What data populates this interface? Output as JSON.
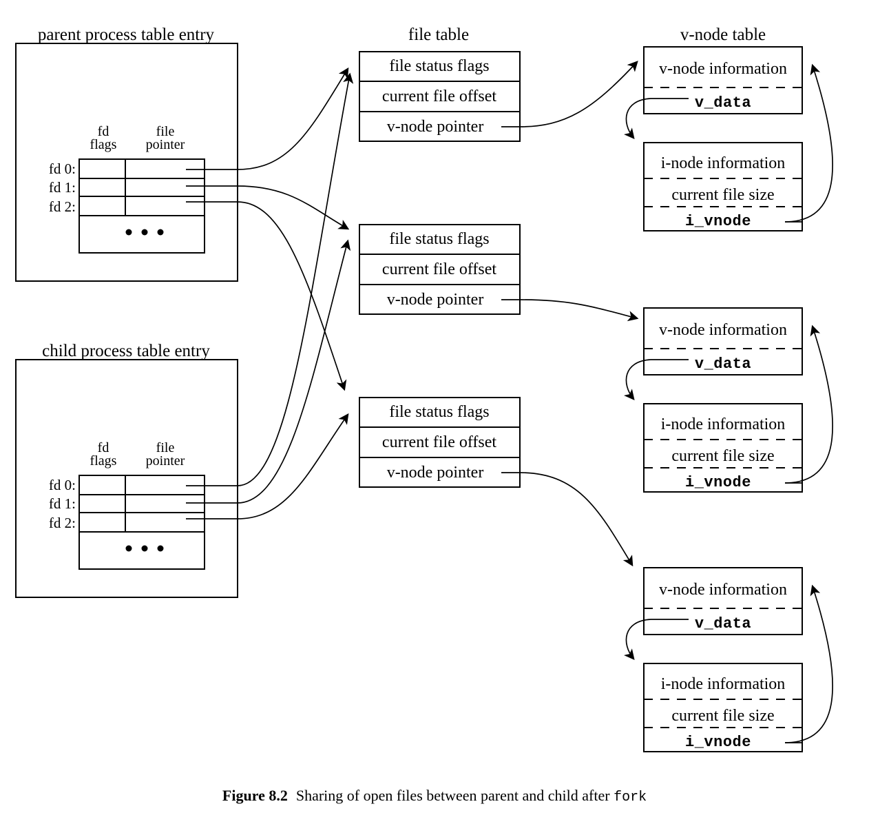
{
  "figure": {
    "caption_label": "Figure 8.2",
    "caption_text": "Sharing of open files between parent and child after",
    "caption_code": "fork"
  },
  "columns": {
    "process_tables": [
      {
        "id": "parent",
        "title": "parent process table entry",
        "header_col1_line1": "fd",
        "header_col1_line2": "flags",
        "header_col2_line1": "file",
        "header_col2_line2": "pointer",
        "rows": [
          {
            "label": "fd 0:"
          },
          {
            "label": "fd 1:"
          },
          {
            "label": "fd 2:"
          }
        ],
        "ellipsis": "..."
      },
      {
        "id": "child",
        "title": "child process table entry",
        "header_col1_line1": "fd",
        "header_col1_line2": "flags",
        "header_col2_line1": "file",
        "header_col2_line2": "pointer",
        "rows": [
          {
            "label": "fd 0:"
          },
          {
            "label": "fd 1:"
          },
          {
            "label": "fd 2:"
          }
        ],
        "ellipsis": "..."
      }
    ],
    "file_table": {
      "title": "file table",
      "entries": [
        {
          "row1": "file status flags",
          "row2": "current file offset",
          "row3": "v-node pointer"
        },
        {
          "row1": "file status flags",
          "row2": "current file offset",
          "row3": "v-node pointer"
        },
        {
          "row1": "file status flags",
          "row2": "current file offset",
          "row3": "v-node pointer"
        }
      ]
    },
    "vnode_table": {
      "title": "v-node table",
      "groups": [
        {
          "vnode_row1": "v-node information",
          "vnode_row2": "v_data",
          "inode_row1": "i-node information",
          "inode_row2": "current file size",
          "inode_row3": "i_vnode"
        },
        {
          "vnode_row1": "v-node information",
          "vnode_row2": "v_data",
          "inode_row1": "i-node information",
          "inode_row2": "current file size",
          "inode_row3": "i_vnode"
        },
        {
          "vnode_row1": "v-node information",
          "vnode_row2": "v_data",
          "inode_row1": "i-node information",
          "inode_row2": "current file size",
          "inode_row3": "i_vnode"
        }
      ]
    }
  },
  "colors": {
    "stroke": "#000000",
    "background": "#ffffff"
  }
}
